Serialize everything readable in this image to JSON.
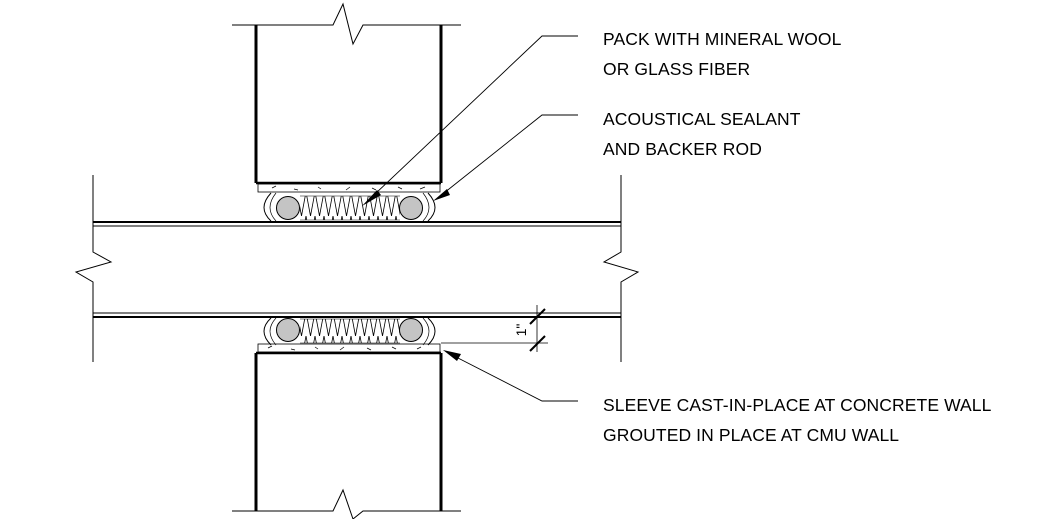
{
  "callouts": {
    "packing": {
      "line1": "PACK WITH MINERAL WOOL",
      "line2": "OR GLASS FIBER"
    },
    "sealant": {
      "line1": "ACOUSTICAL SEALANT",
      "line2": "AND BACKER ROD"
    },
    "sleeve": {
      "line1": "SLEEVE CAST-IN-PLACE AT CONCRETE WALL",
      "line2": "GROUTED IN PLACE AT CMU WALL"
    }
  },
  "dimension": {
    "annular_gap": "1\""
  },
  "colors": {
    "line": "#000000",
    "rod_fill": "#c4c4c4"
  }
}
